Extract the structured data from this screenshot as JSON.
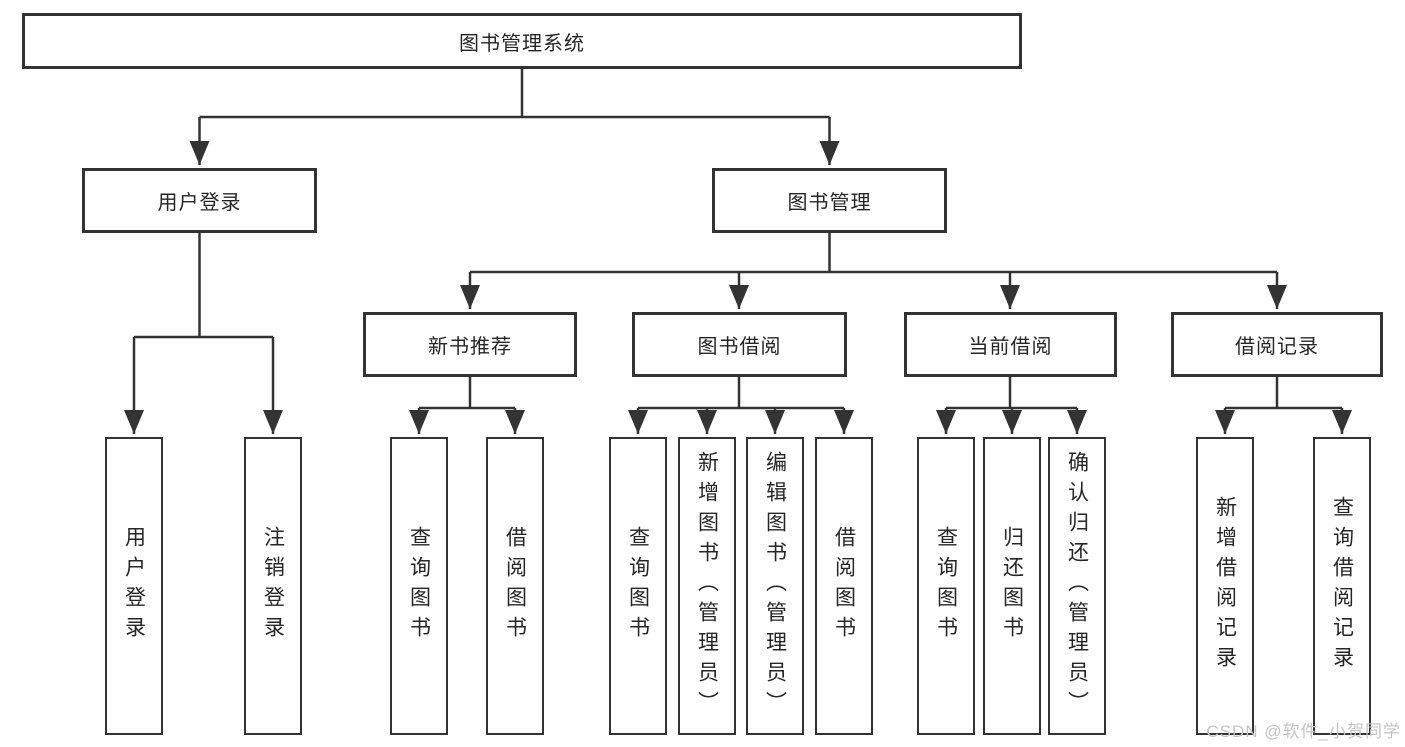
{
  "diagram": {
    "root": {
      "id": "library-system",
      "label": "图书管理系统",
      "children": [
        {
          "id": "user-login",
          "label": "用户登录",
          "children": [
            {
              "id": "user-login-action",
              "label": "用户登录"
            },
            {
              "id": "logout-action",
              "label": "注销登录"
            }
          ]
        },
        {
          "id": "book-management",
          "label": "图书管理",
          "children": [
            {
              "id": "new-book-recommend",
              "label": "新书推荐",
              "children": [
                {
                  "id": "query-books",
                  "label": "查询图书"
                },
                {
                  "id": "borrow-books",
                  "label": "借阅图书"
                }
              ]
            },
            {
              "id": "book-borrowing",
              "label": "图书借阅",
              "children": [
                {
                  "id": "query-books",
                  "label": "查询图书"
                },
                {
                  "id": "add-books-admin",
                  "label": "新增图书（管理员）"
                },
                {
                  "id": "edit-books-admin",
                  "label": "编辑图书（管理员）"
                },
                {
                  "id": "borrow-books",
                  "label": "借阅图书"
                }
              ]
            },
            {
              "id": "current-borrowing",
              "label": "当前借阅",
              "children": [
                {
                  "id": "query-books",
                  "label": "查询图书"
                },
                {
                  "id": "return-books",
                  "label": "归还图书"
                },
                {
                  "id": "confirm-return-admin",
                  "label": "确认归还（管理员）"
                }
              ]
            },
            {
              "id": "borrowing-records",
              "label": "借阅记录",
              "children": [
                {
                  "id": "add-borrow-record",
                  "label": "新增借阅记录"
                },
                {
                  "id": "query-borrow-record",
                  "label": "查询借阅记录"
                }
              ]
            }
          ]
        }
      ]
    }
  },
  "watermark": {
    "text": "CSDN @软件_小贺同学",
    "color": "#c4c4c4"
  },
  "colors": {
    "line": "#333333",
    "box_border": "#333333",
    "text": "#262626",
    "background": "#ffffff"
  }
}
